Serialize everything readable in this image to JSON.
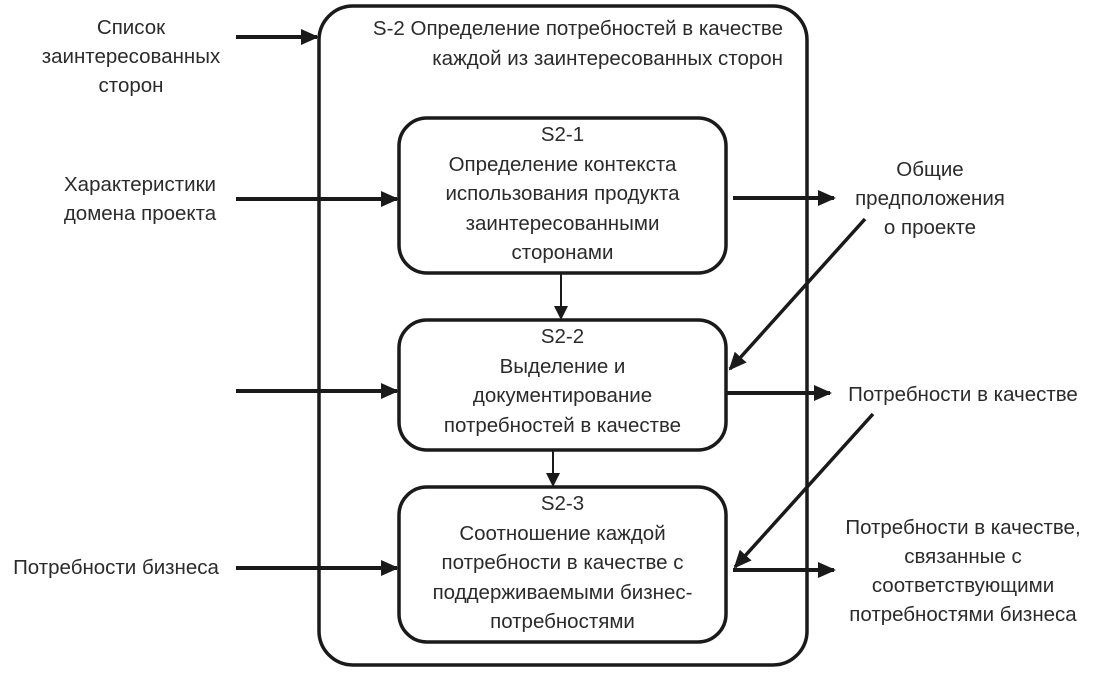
{
  "diagram": {
    "process": {
      "title_lines": [
        "S-2 Определение потребностей в качестве",
        "каждой из заинтересованных сторон"
      ]
    },
    "steps": [
      {
        "id": "S2-1",
        "lines": [
          "Определение контекста",
          "использования продукта",
          "заинтересованными",
          "сторонами"
        ]
      },
      {
        "id": "S2-2",
        "lines": [
          "Выделение и",
          "документирование",
          "потребностей в качестве"
        ]
      },
      {
        "id": "S2-3",
        "lines": [
          "Соотношение каждой",
          "потребности в качестве с",
          "поддерживаемыми бизнес-",
          "потребностями"
        ]
      }
    ],
    "inputs": [
      {
        "lines": [
          "Список",
          "заинтересованных",
          "сторон"
        ],
        "target": "S-2"
      },
      {
        "lines": [
          "Характеристики",
          "домена проекта"
        ],
        "target": "S2-1"
      },
      {
        "lines": [],
        "target": "S2-2"
      },
      {
        "lines": [
          "Потребности бизнеса"
        ],
        "target": "S2-3"
      }
    ],
    "outputs": [
      {
        "lines": [
          "Общие",
          "предположения",
          "о проекте"
        ],
        "source": "S2-1",
        "feeds": "S2-2"
      },
      {
        "lines": [
          "Потребности в качестве"
        ],
        "source": "S2-2",
        "feeds": "S2-3"
      },
      {
        "lines": [
          "Потребности в качестве,",
          "связанные с",
          "соответствующими",
          "потребностями бизнеса"
        ],
        "source": "S2-3"
      }
    ],
    "colors": {
      "line": "#1a1a1a",
      "text": "#2b2b2b",
      "background": "#ffffff"
    }
  }
}
